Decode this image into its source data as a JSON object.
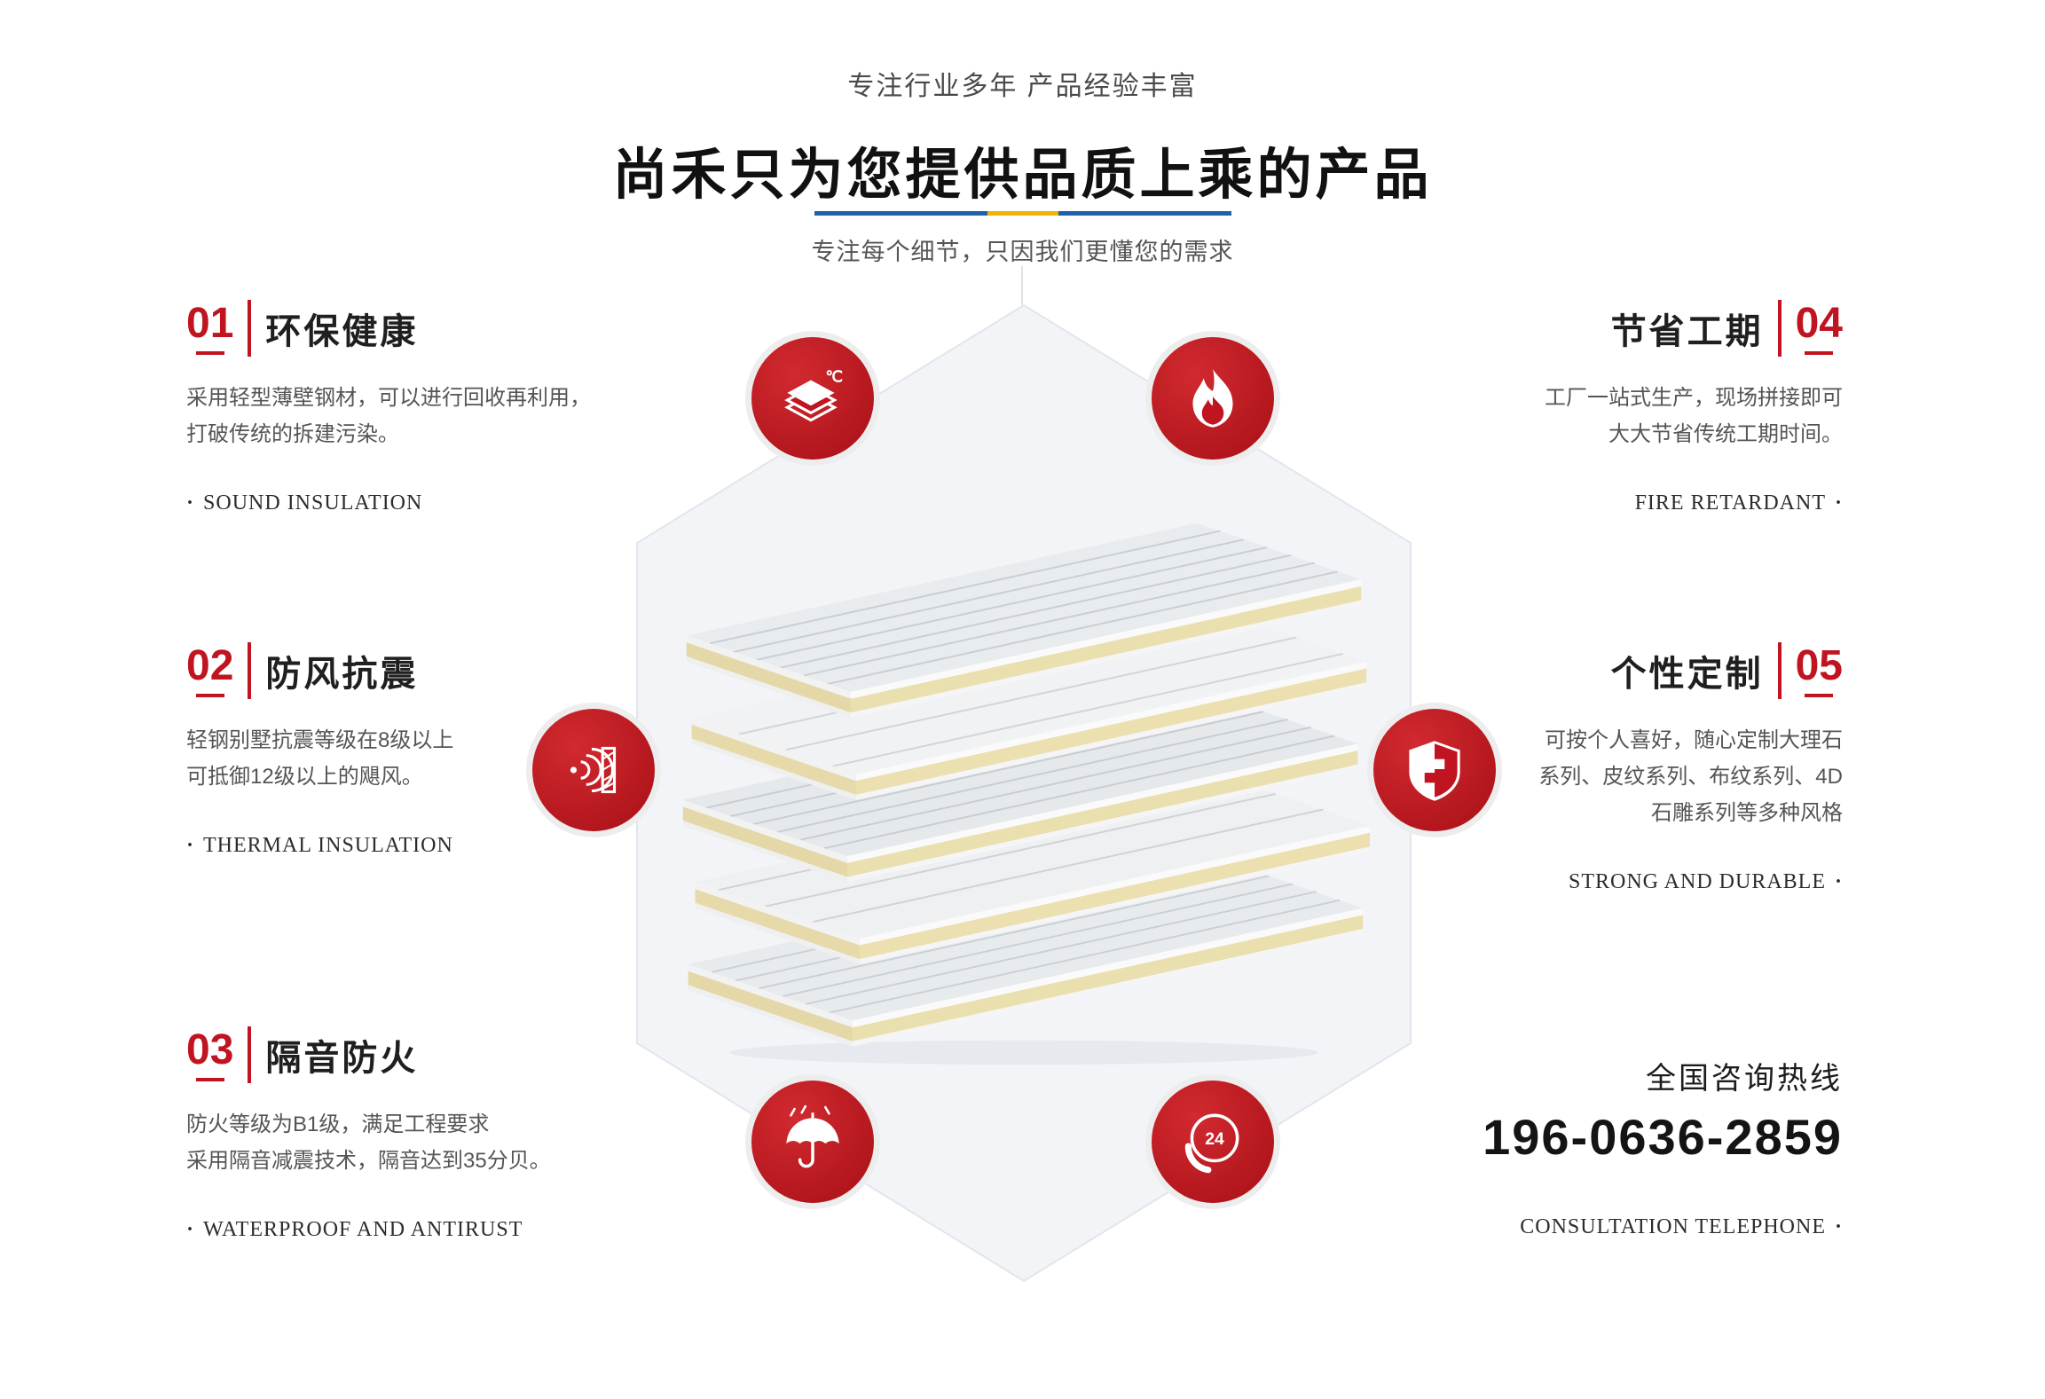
{
  "header": {
    "tagline": "专注行业多年 产品经验丰富",
    "title": "尚禾只为您提供品质上乘的产品",
    "subtitle": "专注每个细节，只因我们更懂您的需求"
  },
  "features": {
    "left": [
      {
        "num": "01",
        "title": "环保健康",
        "lines": [
          "采用轻型薄壁钢材，可以进行回收再利用，",
          "打破传统的拆建污染。"
        ],
        "caption": "SOUND INSULATION"
      },
      {
        "num": "02",
        "title": "防风抗震",
        "lines": [
          "轻钢别墅抗震等级在8级以上",
          "可抵御12级以上的飓风。"
        ],
        "caption": "THERMAL INSULATION"
      },
      {
        "num": "03",
        "title": "隔音防火",
        "lines": [
          "防火等级为B1级，满足工程要求",
          "采用隔音减震技术，隔音达到35分贝。"
        ],
        "caption": "WATERPROOF AND ANTIRUST"
      }
    ],
    "right": [
      {
        "num": "04",
        "title": "节省工期",
        "lines": [
          "工厂一站式生产，现场拼接即可",
          "大大节省传统工期时间。"
        ],
        "caption": "FIRE RETARDANT"
      },
      {
        "num": "05",
        "title": "个性定制",
        "lines": [
          "可按个人喜好，随心定制大理石",
          "系列、皮纹系列、布纹系列、4D",
          "石雕系列等多种风格"
        ],
        "caption": "STRONG AND DURABLE"
      }
    ]
  },
  "contact": {
    "label": "全国咨询热线",
    "phone": "196-0636-2859",
    "caption": "CONSULTATION TELEPHONE"
  },
  "icons": {
    "thermal": {
      "name": "thermal-layers-icon",
      "label": "℃"
    },
    "fire": {
      "name": "flame-icon"
    },
    "sound": {
      "name": "sound-insulation-icon"
    },
    "shield": {
      "name": "shield-icon"
    },
    "umbrella": {
      "name": "umbrella-rain-icon"
    },
    "phone24": {
      "name": "phone-24-icon",
      "label": "24"
    }
  },
  "colors": {
    "accent_red": "#c01420",
    "underline_blue": "#1e62ab",
    "underline_gold": "#f0b400",
    "hexagon_fill": "#f2f4f7"
  }
}
